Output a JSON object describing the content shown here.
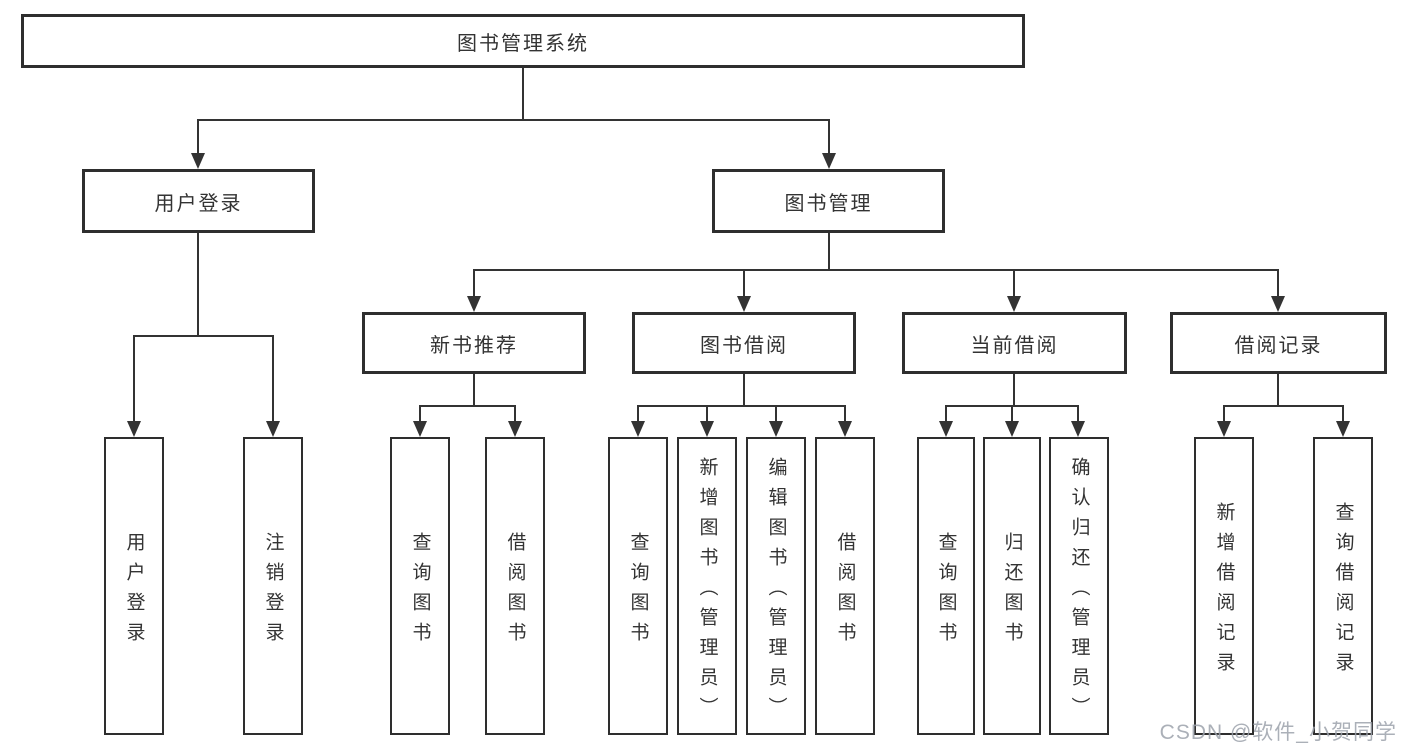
{
  "tree": {
    "label": "图书管理系统",
    "children": [
      {
        "label": "用户登录",
        "children": [
          {
            "label": "用户登录"
          },
          {
            "label": "注销登录"
          }
        ]
      },
      {
        "label": "图书管理",
        "children": [
          {
            "label": "新书推荐",
            "children": [
              {
                "label": "查询图书"
              },
              {
                "label": "借阅图书"
              }
            ]
          },
          {
            "label": "图书借阅",
            "children": [
              {
                "label": "查询图书"
              },
              {
                "label": "新增图书（管理员）"
              },
              {
                "label": "编辑图书（管理员）"
              },
              {
                "label": "借阅图书"
              }
            ]
          },
          {
            "label": "当前借阅",
            "children": [
              {
                "label": "查询图书"
              },
              {
                "label": "归还图书"
              },
              {
                "label": "确认归还（管理员）"
              }
            ]
          },
          {
            "label": "借阅记录",
            "children": [
              {
                "label": "新增借阅记录"
              },
              {
                "label": "查询借阅记录"
              }
            ]
          }
        ]
      }
    ]
  },
  "watermark": {
    "text": "CSDN @软件_小贺同学"
  },
  "colors": {
    "background": "#ffffff",
    "box_fill": "#ffffff",
    "box_border": "#2e2e2e",
    "line": "#333333",
    "text": "#333333",
    "watermark": "#9ca2ac"
  }
}
